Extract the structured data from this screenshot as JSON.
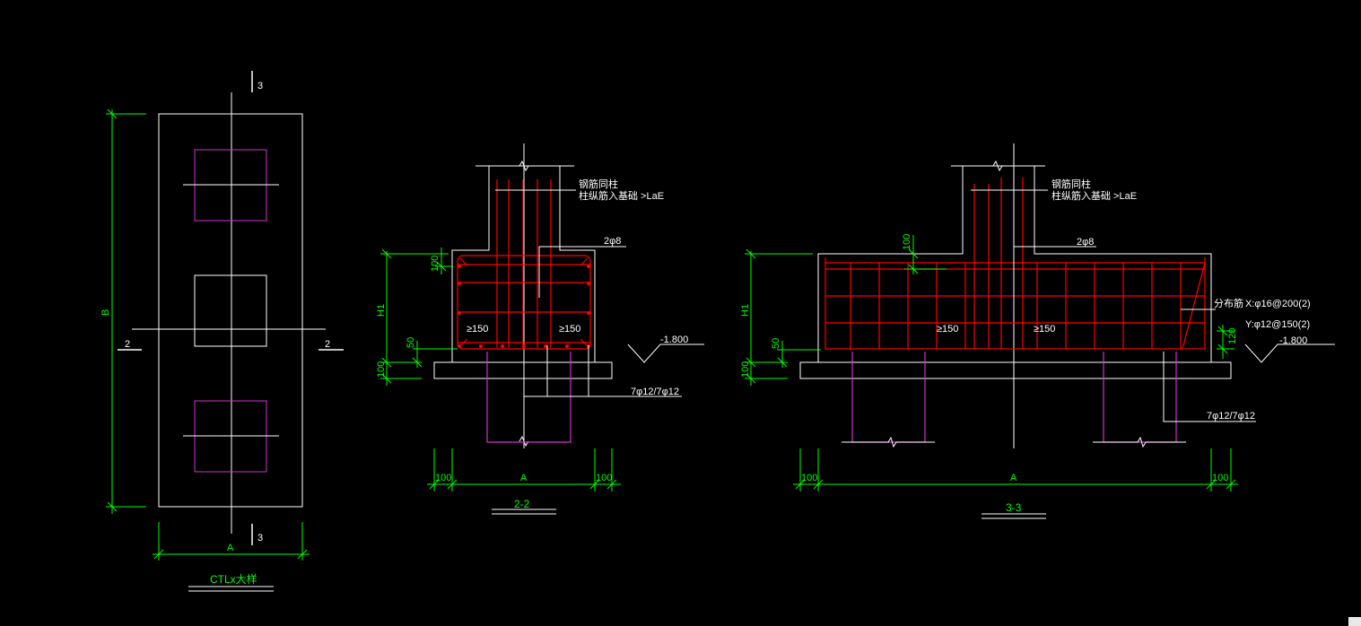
{
  "colors": {
    "background": "#000000",
    "outline": "#ffffff",
    "dimension": "#00ff00",
    "rebar": "#ff0000",
    "pile": "#cc33cc"
  },
  "plan": {
    "section_mark_top": "3",
    "section_mark_bottom": "3",
    "section_mark_left": "2",
    "section_mark_right": "2",
    "dim_width": "A",
    "dim_height": "B",
    "title": "CTLx大样"
  },
  "section22": {
    "title": "2-2",
    "note_line1": "钢筋同柱",
    "note_line2": "柱纵筋入基础 >LaE",
    "rebar_2": "2φ8",
    "anchor_left": "≥150",
    "anchor_right": "≥150",
    "elevation": "-1.800",
    "bottom_rebar": "7φ12/7φ12",
    "dim_h1": "H1",
    "dim_100_top": "100",
    "dim_50": "50",
    "dim_100_bottom": "100",
    "dim_a": "A",
    "dim_100_left": "100",
    "dim_100_right": "100"
  },
  "section33": {
    "title": "3-3",
    "note_line1": "钢筋同柱",
    "note_line2": "柱纵筋入基础 >LaE",
    "rebar_2": "2φ8",
    "dim_top_100": "100",
    "dist_label": "分布筋",
    "dist_x": "X:φ16@200(2)",
    "dist_y": "Y:φ12@150(2)",
    "dim_120": "120",
    "anchor_left": "≥150",
    "anchor_right": "≥150",
    "elevation": "-1.800",
    "bottom_rebar": "7φ12/7φ12",
    "dim_h1": "H1",
    "dim_50": "50",
    "dim_100_bottom": "100",
    "dim_a": "A",
    "dim_100_left": "100",
    "dim_100_right": "100"
  }
}
